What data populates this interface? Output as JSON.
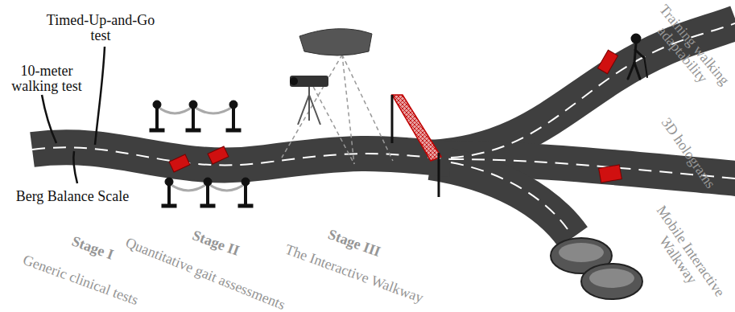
{
  "diagram": {
    "labels": [
      "Timed-Up-and-Go test",
      "10-meter walking test",
      "Berg Balance Scale",
      "Stage I",
      "Generic clinical tests",
      "Stage II",
      "Quantitative gait assessments",
      "Stage III",
      "The Interactive Walkway",
      "Training walking adaptability",
      "3D holograms",
      "Mobile Interactive Walkway"
    ]
  }
}
